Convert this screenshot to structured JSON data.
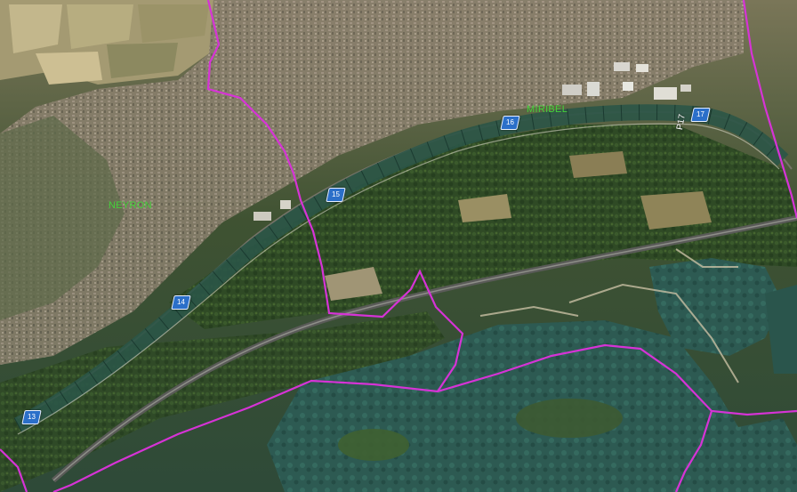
{
  "map": {
    "colors": {
      "boundary": "#d633d6",
      "river_segments": "#2a5a4a",
      "town_label": "#44d23a",
      "marker_fill": "#2b6fc9"
    },
    "towns": [
      {
        "id": "neyron",
        "label": "NEYRON"
      },
      {
        "id": "miribel",
        "label": "MIRIBEL"
      }
    ],
    "markers": [
      {
        "id": "m13",
        "label": "13"
      },
      {
        "id": "m14",
        "label": "14"
      },
      {
        "id": "m15",
        "label": "15"
      },
      {
        "id": "m16",
        "label": "16"
      },
      {
        "id": "m17",
        "label": "17"
      }
    ],
    "road_label": "P17"
  }
}
